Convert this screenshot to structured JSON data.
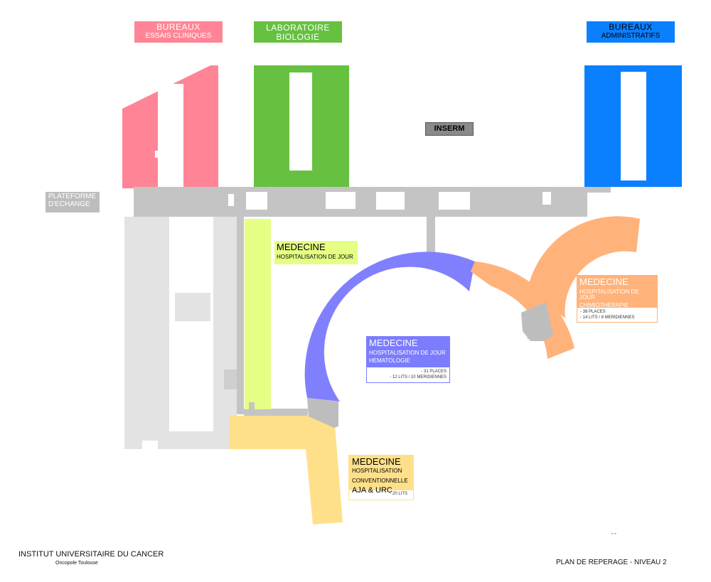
{
  "labels": {
    "bureaux_essais": {
      "title": "BUREAUX",
      "subtitle": "ESSAIS CLINIQUES",
      "color": "#ff8596"
    },
    "laboratoire": {
      "title": "LABORATOIRE",
      "subtitle": "BIOLOGIE",
      "color": "#66c140"
    },
    "bureaux_admin": {
      "title": "BUREAUX",
      "subtitle": "ADMINISTRATIFS",
      "color": "#0a80ff"
    },
    "inserm": {
      "title": "INSERM"
    },
    "plateforme": {
      "line1": "PLATEFORME",
      "line2": "D'ECHANGE"
    }
  },
  "units": {
    "med_jour": {
      "title": "MEDECINE",
      "subtitle": "HOSPITALISATION DE JOUR",
      "color": "#e5ff84"
    },
    "med_hema": {
      "title": "MEDECINE",
      "subtitle": "HOSPITALISATION DE JOUR",
      "specialty": "HEMATOLOGIE",
      "info1": "- 31 PLACES",
      "info2": "- 12 LITS / 10 MERIDIENNES",
      "color": "#7c7cff"
    },
    "med_chimio": {
      "title": "MEDECINE",
      "subtitle": "HOSPITALISATION DE JOUR",
      "specialty": "CHIMIOTHERAPIE",
      "info1": "- 38 PLACES",
      "info2": "- 14 LITS / 8 MERIDIENNES",
      "color": "#ffb27a"
    },
    "med_conv": {
      "title": "MEDECINE",
      "subtitle1": "HOSPITALISATION",
      "subtitle2": "CONVENTIONNELLE",
      "specialty": "AJA & URC",
      "info1": "- 20 LITS",
      "color": "#ffe08a"
    }
  },
  "footer": {
    "institute": "INSTITUT UNIVERSITAIRE DU CANCER",
    "institute_sub": "Oncopole Toulouse",
    "plan": "PLAN DE REPERAGE - NIVEAU 2",
    "marks": "“ ”"
  },
  "colors": {
    "corridor": "#c4c4c4",
    "wing": "#e3e3e3"
  }
}
